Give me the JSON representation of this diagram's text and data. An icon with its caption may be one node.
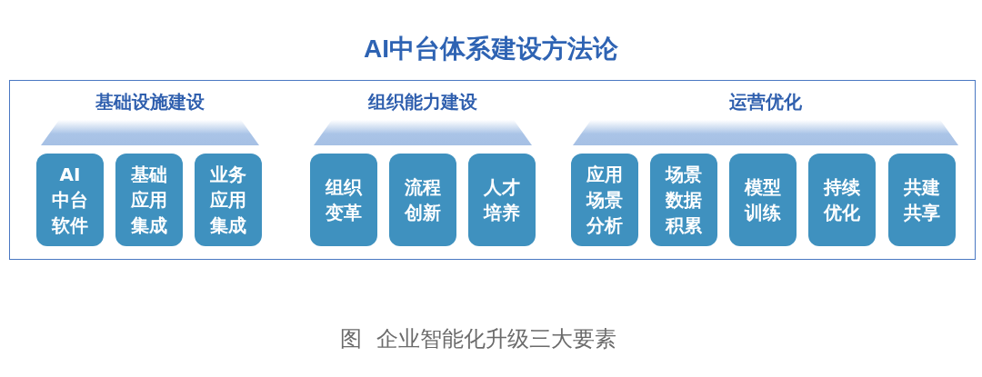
{
  "diagram": {
    "title": "AI中台体系建设方法论",
    "caption": "图 企业智能化升级三大要素",
    "nodes": [
      {
        "text": [],
        "shape": "box"
      },
      {
        "text": [
          "基础设施建设"
        ],
        "in": 0
      },
      {
        "text": [
          "AI中台软件"
        ],
        "in": 0
      },
      {
        "text": [
          "基础应用集成"
        ],
        "in": 0
      },
      {
        "text": [
          "业务应用集成"
        ],
        "in": 0
      },
      {
        "text": [
          "组织能力建设"
        ],
        "in": 0
      },
      {
        "text": [
          "组织变革"
        ],
        "in": 0
      },
      {
        "text": [
          "流程创新"
        ],
        "in": 0
      },
      {
        "text": [
          "人才培养"
        ],
        "in": 0
      },
      {
        "text": [
          "运营优化"
        ],
        "in": 0
      },
      {
        "text": [
          "应用场景分析"
        ],
        "in": 0
      },
      {
        "text": [
          "场景数据积累"
        ],
        "in": 0
      },
      {
        "text": [
          "模型训练"
        ],
        "in": 0
      },
      {
        "text": [
          "持续优化"
        ],
        "in": 0
      },
      {
        "text": [
          "共建共享"
        ],
        "in": 0
      }
    ]
  }
}
